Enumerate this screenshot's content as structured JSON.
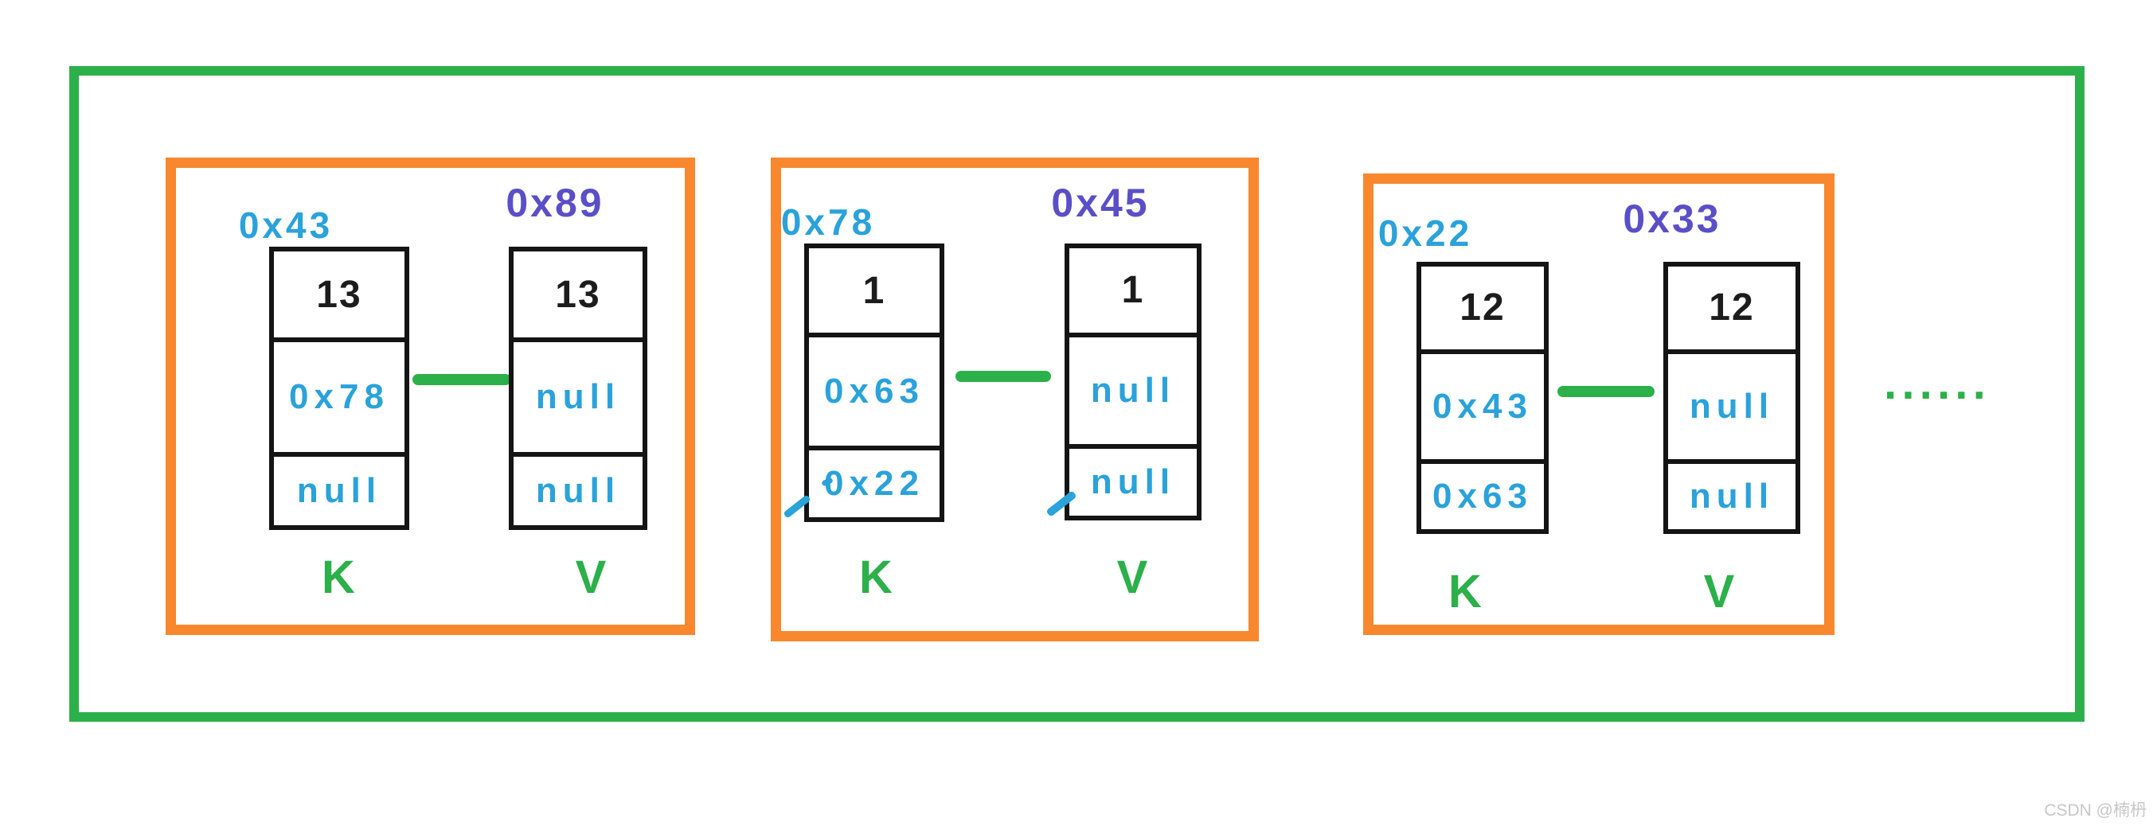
{
  "colors": {
    "green": "#2bb04a",
    "orange": "#f8872d",
    "blue": "#2aa2da",
    "purple": "#5a4fc8",
    "watermark_gray": "#c7c7c7"
  },
  "nodes": [
    {
      "k_address": "0x43",
      "v_address": "0x89",
      "k_cells": [
        "13",
        "0x78",
        "null"
      ],
      "v_cells": [
        "13",
        "null",
        "null"
      ],
      "k_label": "K",
      "v_label": "V"
    },
    {
      "k_address": "0x78",
      "v_address": "0x45",
      "k_cells": [
        "1",
        "0x63",
        "0x22"
      ],
      "v_cells": [
        "1",
        "null",
        "null"
      ],
      "k_label": "K",
      "v_label": "V"
    },
    {
      "k_address": "0x22",
      "v_address": "0x33",
      "k_cells": [
        "12",
        "0x43",
        "0x63"
      ],
      "v_cells": [
        "12",
        "null",
        "null"
      ],
      "k_label": "K",
      "v_label": "V"
    }
  ],
  "ellipsis": "······",
  "watermark": "CSDN @楠枬"
}
